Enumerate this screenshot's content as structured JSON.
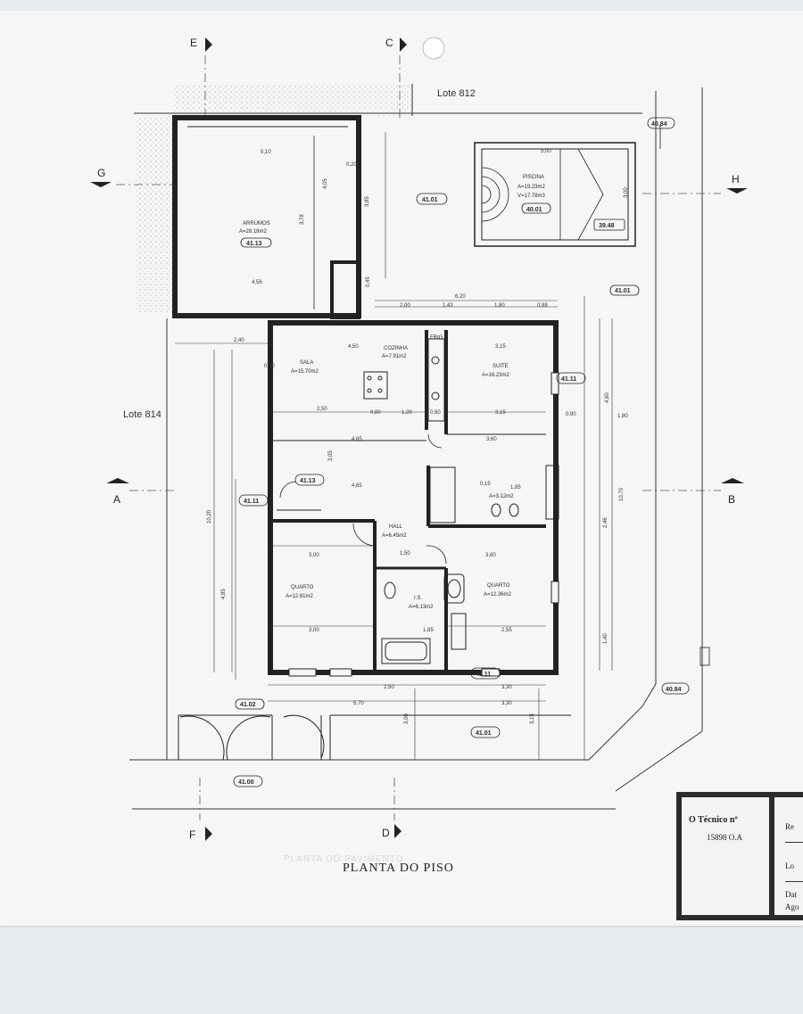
{
  "lots": {
    "north": "Lote 812",
    "west": "Lote 814"
  },
  "sections": {
    "e": "E",
    "c": "C",
    "g": "G",
    "h": "H",
    "a": "A",
    "b": "B",
    "f": "F",
    "d": "D"
  },
  "rooms": {
    "arrumos": {
      "name": "ARRUMOS",
      "area": "A=28.18m2",
      "level": "41.13"
    },
    "piscina": {
      "name": "PISCINA",
      "area": "A=19.23m2",
      "volume": "V=17.78m3",
      "level": "40.01"
    },
    "sala": {
      "name": "SALA",
      "area": "A=15.70m2"
    },
    "cozinha": {
      "name": "COZINHA",
      "area": "A=7.91m2"
    },
    "suite": {
      "name": "SUITE",
      "area": "A=16.23m2"
    },
    "hall": {
      "name": "HALL",
      "area": "A=6.45m2"
    },
    "quarto1": {
      "name": "QUARTO",
      "area": "A=12.81m2"
    },
    "quarto2": {
      "name": "QUARTO",
      "area": "A=12.36m2"
    },
    "is": {
      "name": "I.S.",
      "area": "A=6.13m2"
    },
    "wc": {
      "area": "A=3.12m2"
    },
    "frig": "FRIG."
  },
  "levels": {
    "l1": "41.01",
    "l2": "39.48",
    "l3": "41.01",
    "l4": "41.11",
    "l5": "41.13",
    "l6": "41.11",
    "l7": "41.11",
    "l8": "41.02",
    "l9": "41.01",
    "l10": "41.00",
    "l11": "40.84",
    "l12": "40.84"
  },
  "dims": {
    "d510": "5,10",
    "d456": "4,56",
    "d405": "4,05",
    "d378": "3,78",
    "d500": "5,00",
    "d300a": "3,00",
    "d020": "0,20",
    "d045": "0,45",
    "d200a": "2,00",
    "d143": "1,43",
    "d180": "1,80",
    "d098": "0,98",
    "d030": "0,30",
    "d240": "2,40",
    "d450": "4,50",
    "d315a": "3,15",
    "d250": "2,50",
    "d080": "0,80",
    "d120": "1,20",
    "d060": "0,60",
    "d315b": "3,15",
    "d465a": "4,65",
    "d360a": "3,60",
    "d465b": "4,65",
    "d150": "1,50",
    "d015": "0,15",
    "d185a": "1,85",
    "d300b": "3,00",
    "d360b": "3,60",
    "d185b": "1,85",
    "d255": "2,55",
    "d300c": "3,00",
    "d250b": "2,50",
    "d330a": "3,30",
    "d570": "5,70",
    "d330b": "3,30",
    "d300d": "3,00",
    "d315c": "3,15",
    "d1020": "10,20",
    "d485": "4,85",
    "d460": "4,60",
    "d180b": "1,80",
    "d090": "0,90",
    "d246": "2,46",
    "d140": "1,40",
    "d1070": "10,70",
    "d620": "6,20",
    "d305": "3,05",
    "d385": "3,85"
  },
  "title": "PLANTA DO PISO",
  "ghost_title": "PLANTA DO PAVIMENTO",
  "tech": {
    "line1": "O Técnico nº",
    "line2": "15898 O.A",
    "side1": "Re",
    "side2": "Lo",
    "side3": "Dat",
    "side4": "Ago"
  }
}
